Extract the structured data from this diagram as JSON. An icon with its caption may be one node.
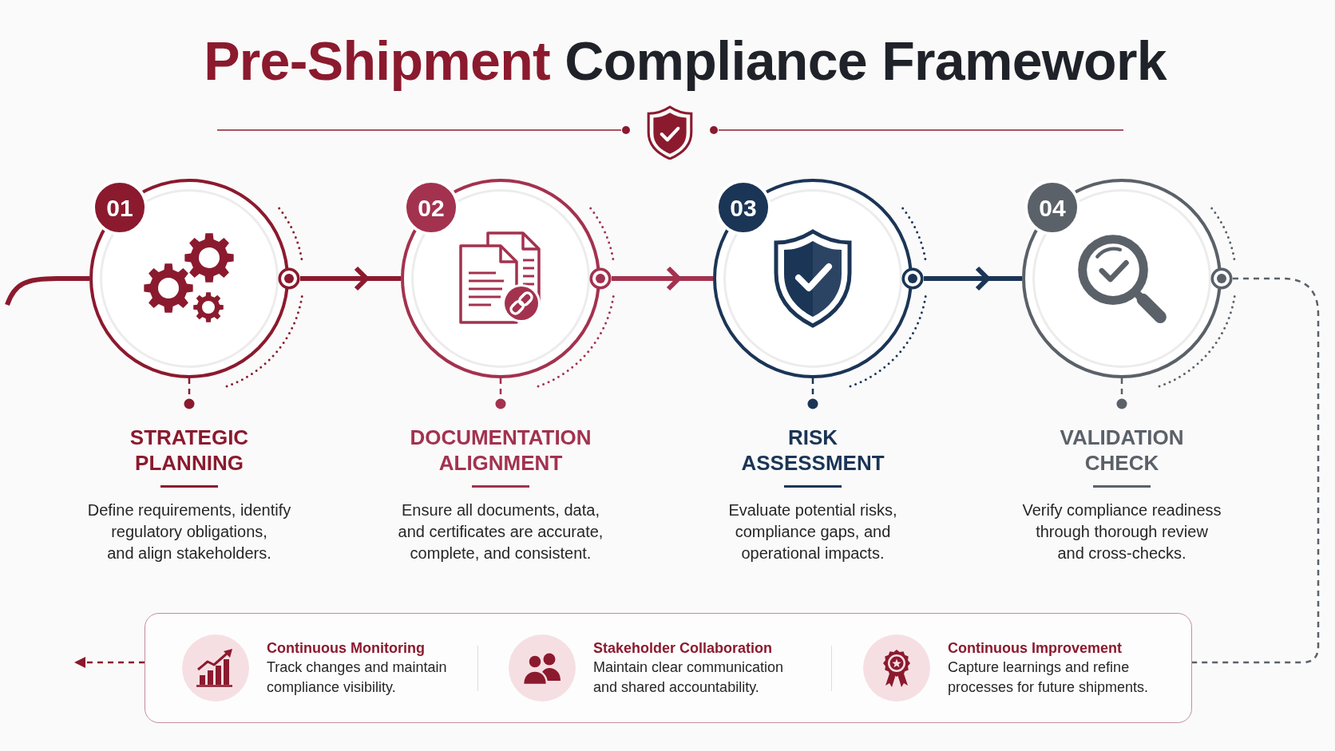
{
  "diagram": {
    "title": "Pre-Shipment Compliance Framework",
    "nodes": [
      {
        "text": [
          "01"
        ]
      },
      {
        "text": [
          "STRATEGIC PLANNING",
          "Define requirements, identify regulatory obligations, and align stakeholders."
        ]
      },
      {
        "text": [
          "02"
        ]
      },
      {
        "text": [
          "DOCUMENTATION ALIGNMENT",
          "Ensure all documents, data, and certificates are accurate, complete, and consistent."
        ]
      },
      {
        "text": [
          "03"
        ]
      },
      {
        "text": [
          "RISK ASSESSMENT",
          "Evaluate potential risks, compliance gaps, and operational impacts."
        ]
      },
      {
        "text": [
          "04"
        ]
      },
      {
        "text": [
          "VALIDATION CHECK",
          "Verify compliance readiness through thorough review and cross-checks."
        ]
      },
      {
        "text": [
          "Continuous Monitoring",
          "Track changes and maintain compliance visibility.",
          "Stakeholder Collaboration",
          "Maintain clear communication and shared accountability.",
          "Continuous Improvement",
          "Capture learnings and refine processes for future shipments."
        ]
      }
    ],
    "edges": [
      {
        "from": null,
        "to": 0,
        "arrow": "none",
        "style": "thick"
      },
      {
        "from": 0,
        "to": 1,
        "arrow": "other",
        "style": "dashed"
      },
      {
        "from": 0,
        "to": 2,
        "arrow": "to",
        "style": "thick"
      },
      {
        "from": 2,
        "to": 3,
        "arrow": "other",
        "style": "dashed",
        "color": "#a3324f"
      },
      {
        "from": 2,
        "to": 4,
        "arrow": "to",
        "style": "thick",
        "color": "#a3324f"
      },
      {
        "from": 4,
        "to": 5,
        "arrow": "other",
        "style": "dashed",
        "color": "#1b3556"
      },
      {
        "from": 4,
        "to": 6,
        "arrow": "to",
        "style": "thick",
        "color": "#1b3556"
      },
      {
        "from": 6,
        "to": 7,
        "arrow": "other",
        "style": "dashed",
        "color": "#5b6168"
      },
      {
        "from": 6,
        "to": 8,
        "arrow": "none",
        "style": "dashed",
        "color": "#5b6168"
      },
      {
        "from": 8,
        "to": null,
        "arrow": "to",
        "style": "dashed"
      }
    ]
  }
}
